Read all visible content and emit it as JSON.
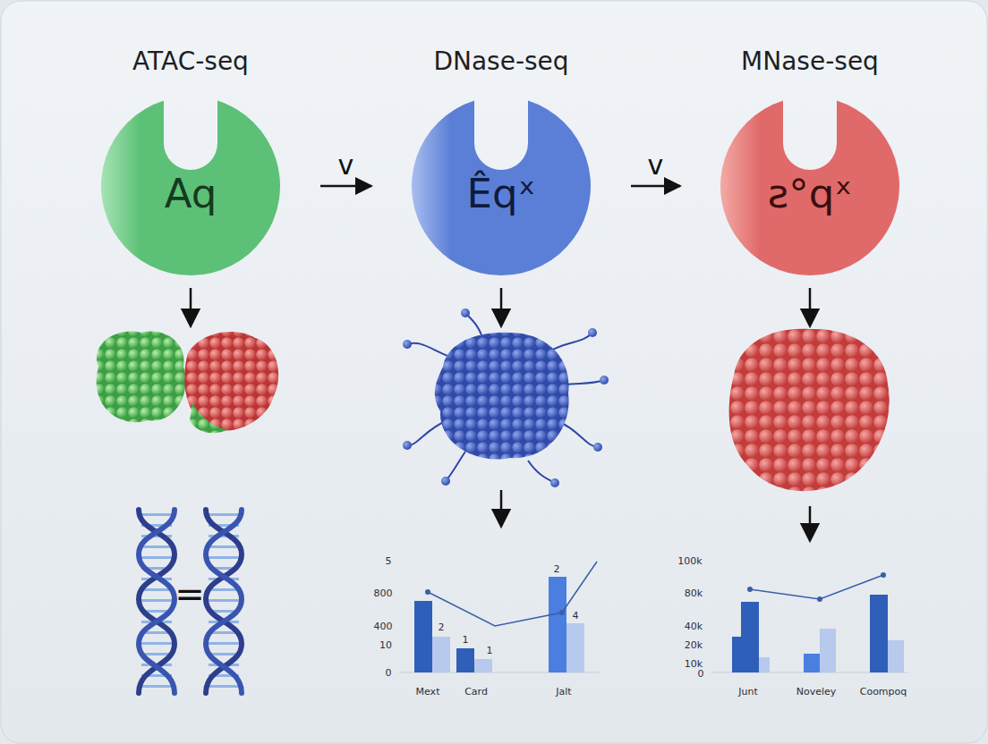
{
  "diagram": {
    "nodes": [
      {
        "text": [
          "ATAC-seq",
          "Aq"
        ]
      },
      {
        "text": [
          "DNase-seq",
          "Êqˣ"
        ]
      },
      {
        "text": [
          "MNase-seq",
          "ƨ°qˣ"
        ]
      }
    ],
    "edges": [
      {
        "from": 0,
        "to": 1,
        "label": "v",
        "arrow": "to"
      },
      {
        "from": 1,
        "to": 2,
        "label": "v",
        "arrow": "to"
      }
    ],
    "labels": [
      "=",
      "5",
      "800",
      "400",
      "10",
      "0",
      "2",
      "1",
      "1",
      "2",
      "4",
      "Mext",
      "Card",
      "Jalt",
      "100k",
      "80k",
      "40k",
      "20k",
      "10k",
      "0",
      "Junt",
      "Noveley",
      "Coompoq"
    ]
  }
}
